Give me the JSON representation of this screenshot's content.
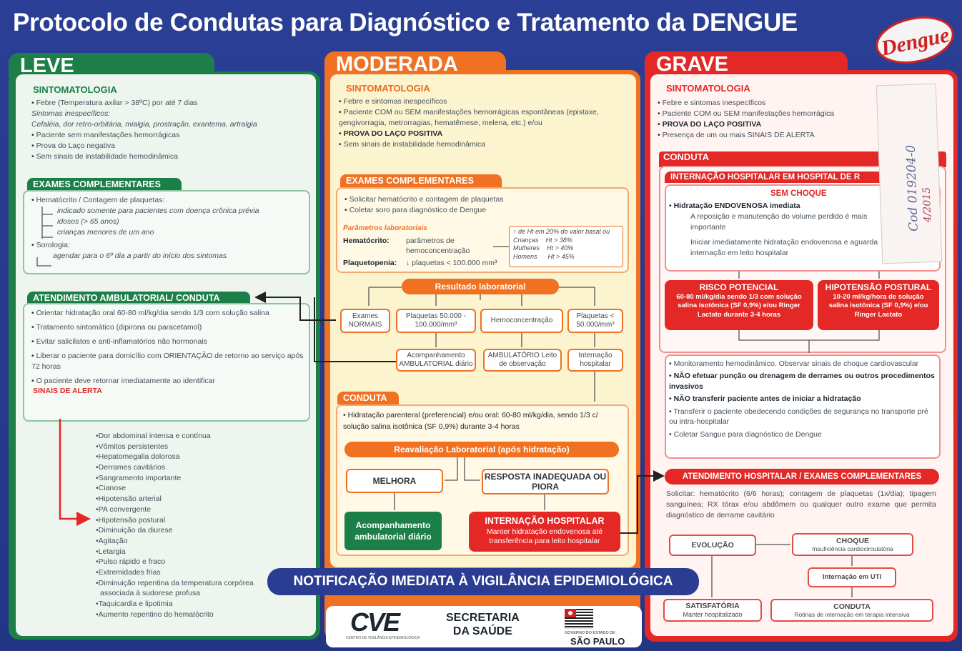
{
  "title": "Protocolo de Condutas para Diagnóstico e Tratamento da DENGUE",
  "logo_text": "Dengue",
  "leve": {
    "heading": "LEVE",
    "sintomatologia_title": "SINTOMATOLOGIA",
    "sintomas": [
      "Febre (Temperatura axilar > 38ºC) por até 7 dias",
      "Sintomas inespecíficos:",
      "Cefaléia, dor retro-orbitária, mialgia, prostração, exantema, artralgia",
      "Paciente sem manifestações hemorrágicas",
      "Prova do Laço negativa",
      "Sem sinais de instabilidade hemodinâmica"
    ],
    "exames_title": "EXAMES COMPLEMENTARES",
    "exames": [
      "Hematócrito / Contagem de plaquetas:",
      "indicado somente para pacientes com doença crônica prévia",
      "idosos  (> 65 anos)",
      "crianças menores de um ano",
      "Sorologia:",
      "agendar para o 6º dia a partir do início dos sintomas"
    ],
    "atend_title": "ATENDIMENTO AMBULATORIAL/ CONDUTA",
    "atend": [
      "Orientar hidratação oral 60-80 ml/kg/dia sendo 1/3 com solução salina",
      "Tratamento sintomático (dipirona ou paracetamol)",
      "Evitar salicilatos e anti-inflamatórios não hormonais",
      "Liberar o paciente para domicílio com ORIENTAÇÃO de retorno ao serviço após 72 horas",
      "O paciente deve retornar imediatamente ao identificar"
    ],
    "sinais_alerta": "SINAIS DE ALERTA",
    "alertas": [
      "Dor abdominal intensa e contínua",
      "Vômitos persistentes",
      "Hepatomegalia dolorosa",
      "Derrames cavitários",
      "Sangramento importante",
      "Cianose",
      "Hipotensão arterial",
      "PA convergente",
      "Hipotensão postural",
      "Diminuição da diurese",
      "Agitação",
      "Letargia",
      "Pulso rápido e fraco",
      "Extremidades frias",
      "Diminuição repentina da temperatura corpórea associada à sudorese profusa",
      "Taquicardia e lipotimia",
      "Aumento repentino do hematócrito"
    ]
  },
  "moderada": {
    "heading": "MODERADA",
    "sintomatologia_title": "SINTOMATOLOGIA",
    "sintomas": [
      "Febre e sintomas inespecíficos",
      "Paciente COM ou SEM manifestações hemorrágicas espontâneas (epistaxe, gengivorragia, metrorragias, hematêmese, melena, etc.) e/ou",
      "PROVA DO LAÇO POSITIVA",
      "Sem sinais de instabilidade hemodinâmica"
    ],
    "exames_title": "EXAMES COMPLEMENTARES",
    "exames": [
      "Solicitar hematócrito e contagem de plaquetas",
      "Coletar soro para diagnóstico de Dengue"
    ],
    "parametros_title": "Parâmetros laboratoriais",
    "hematocrito_label": "Hematócrito:",
    "hematocrito_desc": "parâmetros de hemoconcentração",
    "plaquetopenia_label": "Plaquetopenia:",
    "plaquetopenia_desc": "plaquetas < 100.000 mm³",
    "ht_box": [
      "de Ht em 20% do valor basal ou",
      "Crianças    Ht > 38%",
      "Mulheres    Ht > 40%",
      "Homens      Ht > 45%"
    ],
    "resultado": "Resultado laboratorial",
    "res_boxes": [
      "Exames NORMAIS",
      "Plaquetas 50.000 - 100.000/mm³",
      "Hemoconcentração",
      "Plaquetas < 50.000/mm³"
    ],
    "dest_boxes": [
      "Acompanhamento AMBULATORIAL diário",
      "AMBULATÓRIO Leito de observação",
      "Internação hospitalar"
    ],
    "conduta_title": "CONDUTA",
    "conduta": "Hidratação parenteral (preferencial) e/ou oral: 60-80 ml/kg/dia, sendo 1/3 c/ solução salina isotônica (SF 0,9%) durante 3-4 horas",
    "reavaliacao": "Reavaliação Laboratorial (após hidratação)",
    "melhora": "MELHORA",
    "resposta": "RESPOSTA INADEQUADA OU PIORA",
    "acomp": "Acompanhamento ambulatorial diário",
    "internacao_title": "INTERNAÇÃO HOSPITALAR",
    "internacao_desc": "Manter hidratação endovenosa até transferência para leito hospitalar"
  },
  "grave": {
    "heading": "GRAVE",
    "sintomatologia_title": "SINTOMATOLOGIA",
    "sintomas": [
      "Febre e sintomas inespecíficos",
      "Paciente COM ou SEM manifestações hemorrágica",
      "PROVA DO LAÇO POSITIVA",
      "Presença de um ou mais SINAIS DE ALERTA"
    ],
    "conduta_title": "CONDUTA",
    "internacao_title": "INTERNAÇÃO HOSPITALAR EM HOSPITAL DE R",
    "sem_choque": "SEM CHOQUE",
    "hidratacao": "Hidratação ENDOVENOSA imediata",
    "reposicao": "A reposição e manutenção do volume perdido é mais importante",
    "iniciar": "Iniciar imediatamente hidratação endovenosa e aguarda internação em leito hospitalar",
    "risco_title": "RISCO POTENCIAL",
    "risco_desc": "60-80 ml/kg/dia sendo 1/3 com solução salina isotônica (SF 0,9%) e/ou Ringer Lactato durante 3-4 horas",
    "hipotensao_title": "HIPOTENSÃO POSTURAL",
    "hipotensao_desc": "10-20 ml/kg/hora de solução salina isotônica (SF 0,9%) e/ou Ringer Lactato",
    "monitor": [
      "Monitoramento hemodinâmico. Observar sinais de choque cardiovascular",
      "NÃO efetuar punção ou drenagem de derrames ou outros procedimentos invasivos",
      "NÃO transferir paciente antes de iniciar a hidratação",
      "Transferir o paciente obedecendo condições de segurança no transporte pré ou intra-hospitalar",
      "Coletar Sangue para diagnóstico de Dengue"
    ],
    "atend_title": "ATENDIMENTO HOSPITALAR / EXAMES COMPLEMENTARES",
    "atend_desc": "Solicitar: hematócrito (6/6 horas); contagem de plaquetas (1x/dia); tipagem sanguínea; RX tórax e/ou abdômem ou qualquer outro exame que permita diagnóstico de derrame cavitário",
    "evolucao": "EVOLUÇÃO",
    "choque_title": "CHOQUE",
    "choque_desc": "Insuficiência cardiocirculatória",
    "uti": "Internação em UTI",
    "satisf_title": "SATISFATÓRIA",
    "satisf_desc": "Manter hospitalizado",
    "conduta2_title": "CONDUTA",
    "conduta2_desc": "Rotinas de internação em terapia intensiva",
    "stamp": [
      "Cod 019204-0",
      "4/2015"
    ]
  },
  "notificacao": "NOTIFICAÇÃO IMEDIATA À VIGILÂNCIA EPIDEMIOLÓGICA",
  "footer": {
    "cve": "CVE",
    "cve_sub": "CENTRO DE VIGILÂNCIA EPIDEMIOLÓGICA",
    "secretaria": [
      "SECRETARIA",
      "DA SAÚDE"
    ],
    "sp_sub": "GOVERNO DO ESTADO DE",
    "sp": "SÃO PAULO"
  },
  "colors": {
    "background": "#2a3f95",
    "leve": "#1b7f47",
    "moderada": "#f07122",
    "grave": "#e32826"
  }
}
